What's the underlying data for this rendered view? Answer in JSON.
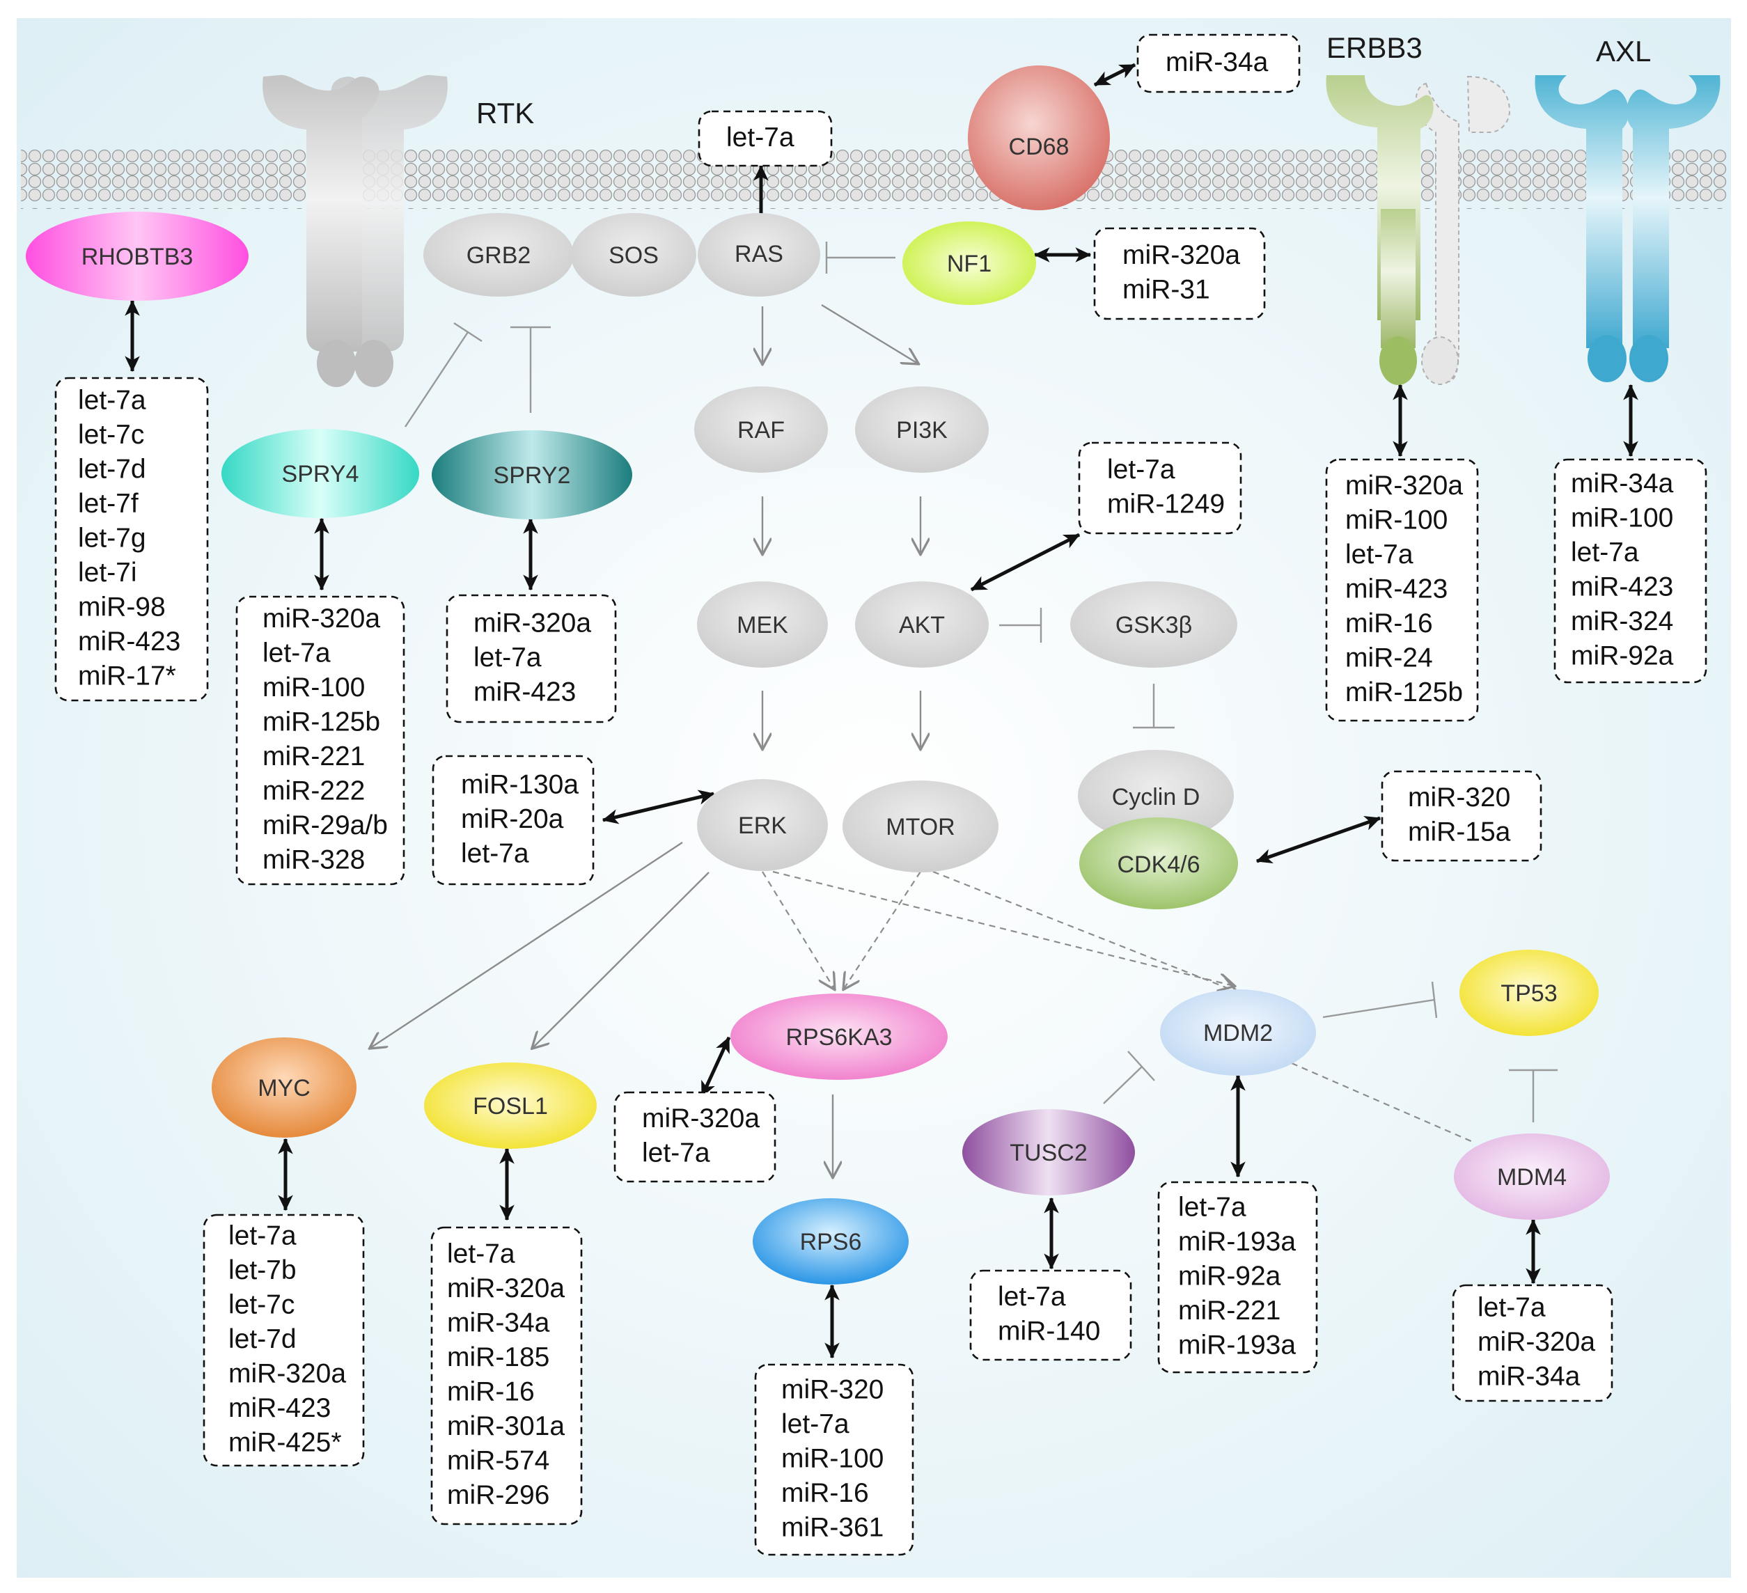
{
  "colors": {
    "background": "#eaf4f8",
    "membrane": "#d8d8d8",
    "grey_node": "#d9d9d9",
    "inhibition": "#999999",
    "activation": "#8c8c8c",
    "interaction": "#111111"
  },
  "receptor_labels": {
    "rtk": "RTK",
    "erbb3": "ERBB3",
    "axl": "AXL"
  },
  "nodes": {
    "rhobtb3": "RHOBTB3",
    "grb2": "GRB2",
    "sos": "SOS",
    "ras": "RAS",
    "nf1": "NF1",
    "cd68": "CD68",
    "spry4": "SPRY4",
    "spry2": "SPRY2",
    "raf": "RAF",
    "pi3k": "PI3K",
    "mek": "MEK",
    "akt": "AKT",
    "gsk3b": "GSK3β",
    "erk": "ERK",
    "mtor": "MTOR",
    "cyclind": "Cyclin D",
    "cdk46": "CDK4/6",
    "myc": "MYC",
    "fosl1": "FOSL1",
    "rps6ka3": "RPS6KA3",
    "rps6": "RPS6",
    "mdm2": "MDM2",
    "tp53": "TP53",
    "tusc2": "TUSC2",
    "mdm4": "MDM4"
  },
  "mirna_boxes": {
    "cd68": [
      "miR-34a"
    ],
    "ras": [
      "let-7a"
    ],
    "nf1": [
      "miR-320a",
      "miR-31"
    ],
    "rhobtb3": [
      "let-7a",
      "let-7c",
      "let-7d",
      "let-7f",
      "let-7g",
      "let-7i",
      "miR-98",
      "miR-423",
      "miR-17*"
    ],
    "spry4": [
      "miR-320a",
      "let-7a",
      "miR-100",
      "miR-125b",
      "miR-221",
      "miR-222",
      "miR-29a/b",
      "miR-328"
    ],
    "spry2": [
      "miR-320a",
      "let-7a",
      "miR-423"
    ],
    "akt": [
      "let-7a",
      "miR-1249"
    ],
    "erbb3": [
      "miR-320a",
      "miR-100",
      "let-7a",
      "miR-423",
      "miR-16",
      "miR-24",
      "miR-125b"
    ],
    "axl": [
      "miR-34a",
      "miR-100",
      "let-7a",
      "miR-423",
      "miR-324",
      "miR-92a"
    ],
    "erk": [
      "miR-130a",
      "miR-20a",
      "let-7a"
    ],
    "cdk46": [
      "miR-320",
      "miR-15a"
    ],
    "myc": [
      "let-7a",
      "let-7b",
      "let-7c",
      "let-7d",
      "miR-320a",
      "miR-423",
      "miR-425*"
    ],
    "fosl1": [
      "let-7a",
      "miR-320a",
      "miR-34a",
      "miR-185",
      "miR-16",
      "miR-301a",
      "miR-574",
      "miR-296"
    ],
    "rps6ka3": [
      "miR-320a",
      "let-7a"
    ],
    "rps6": [
      "miR-320",
      "let-7a",
      "miR-100",
      "miR-16",
      "miR-361"
    ],
    "tusc2": [
      "let-7a",
      "miR-140"
    ],
    "mdm2": [
      "let-7a",
      "miR-193a",
      "miR-92a",
      "miR-221",
      "miR-193a"
    ],
    "mdm4": [
      "let-7a",
      "miR-320a",
      "miR-34a"
    ]
  }
}
